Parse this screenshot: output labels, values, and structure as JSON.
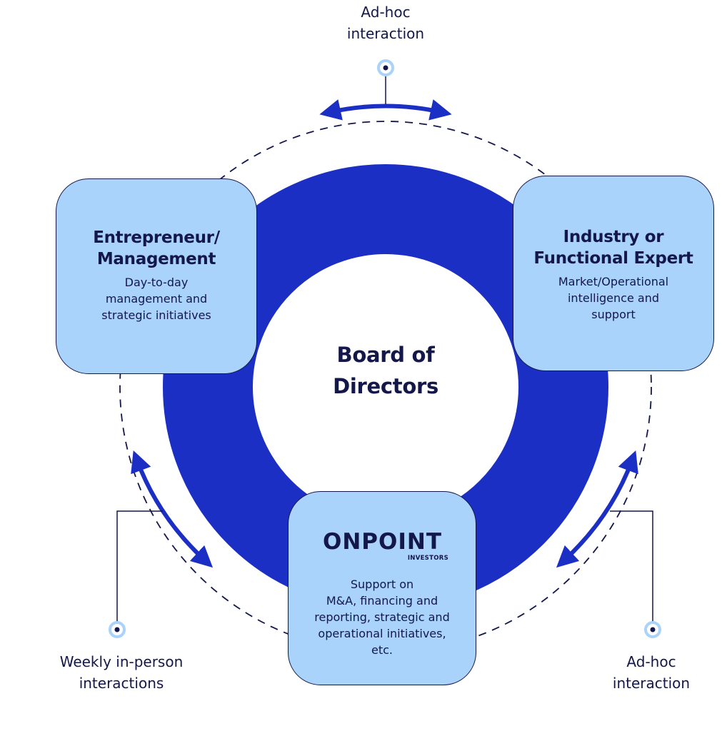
{
  "center": {
    "line1": "Board of",
    "line2": "Directors"
  },
  "nodes": {
    "entrepreneur": {
      "title_lines": [
        "Entrepreneur/",
        "Management"
      ],
      "desc_lines": [
        "Day-to-day",
        "management and",
        "strategic initiatives"
      ]
    },
    "expert": {
      "title_lines": [
        "Industry or",
        "Functional Expert"
      ],
      "desc_lines": [
        "Market/Operational",
        "intelligence and",
        "support"
      ]
    },
    "onpoint": {
      "logo_word": "ONPOINT",
      "logo_sub": "INVESTORS",
      "desc_lines": [
        "Support on",
        "M&A, financing and",
        "reporting, strategic and",
        "operational initiatives,",
        "etc."
      ]
    }
  },
  "callouts": {
    "top": [
      "Ad-hoc",
      "interaction"
    ],
    "left": [
      "Weekly in-person",
      "interactions"
    ],
    "right": [
      "Ad-hoc",
      "interaction"
    ]
  },
  "colors": {
    "ring": "#1c2fc4",
    "box_fill": "#a9d3fb",
    "dark_text": "#14174a",
    "arrow": "#1c2fc4"
  },
  "icons": {
    "callout_marker": "target-dot-icon",
    "arrow": "double-arrow-icon"
  }
}
